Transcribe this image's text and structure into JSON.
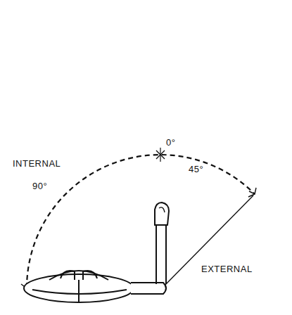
{
  "diagram": {
    "labels": [
      "INTERNAL",
      "90°",
      "0°",
      "45°",
      "EXTERNAL"
    ]
  }
}
